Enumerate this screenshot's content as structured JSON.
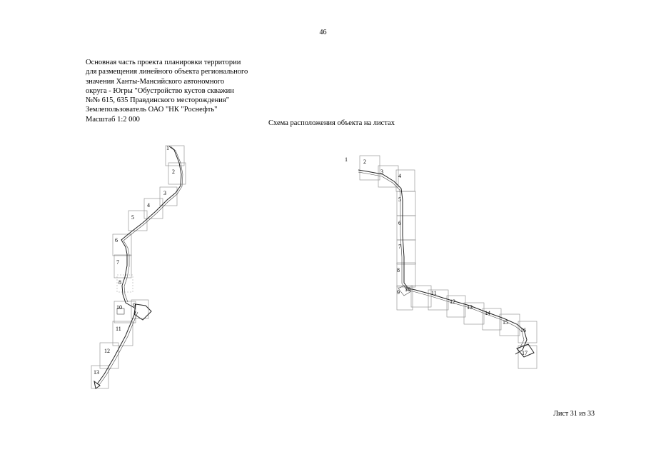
{
  "page_number": "46",
  "header_lines": [
    "Основная часть проекта планировки территории",
    "для размещения линейного объекта регионального",
    "значения Ханты-Мансийского автономного",
    "округа - Югры \"Обустройство кустов скважин",
    "№№ 615, 635 Правдинского месторождения\"",
    "Землепользователь ОАО \"НК \"Роснефть\"",
    "Масштаб 1:2 000"
  ],
  "scheme_title": "Схема расположения объекта на листах",
  "sheet_counter": "Лист 31 из 33",
  "left_scheme": {
    "sheet_labels": [
      "1",
      "2",
      "3",
      "4",
      "5",
      "6",
      "7",
      "8",
      "9",
      "10",
      "11",
      "12",
      "13"
    ]
  },
  "right_scheme": {
    "sheet_labels": [
      "1",
      "2",
      "3",
      "4",
      "5",
      "6",
      "7",
      "8",
      "9",
      "10",
      "11",
      "12",
      "13",
      "14",
      "15",
      "16",
      "17"
    ]
  }
}
